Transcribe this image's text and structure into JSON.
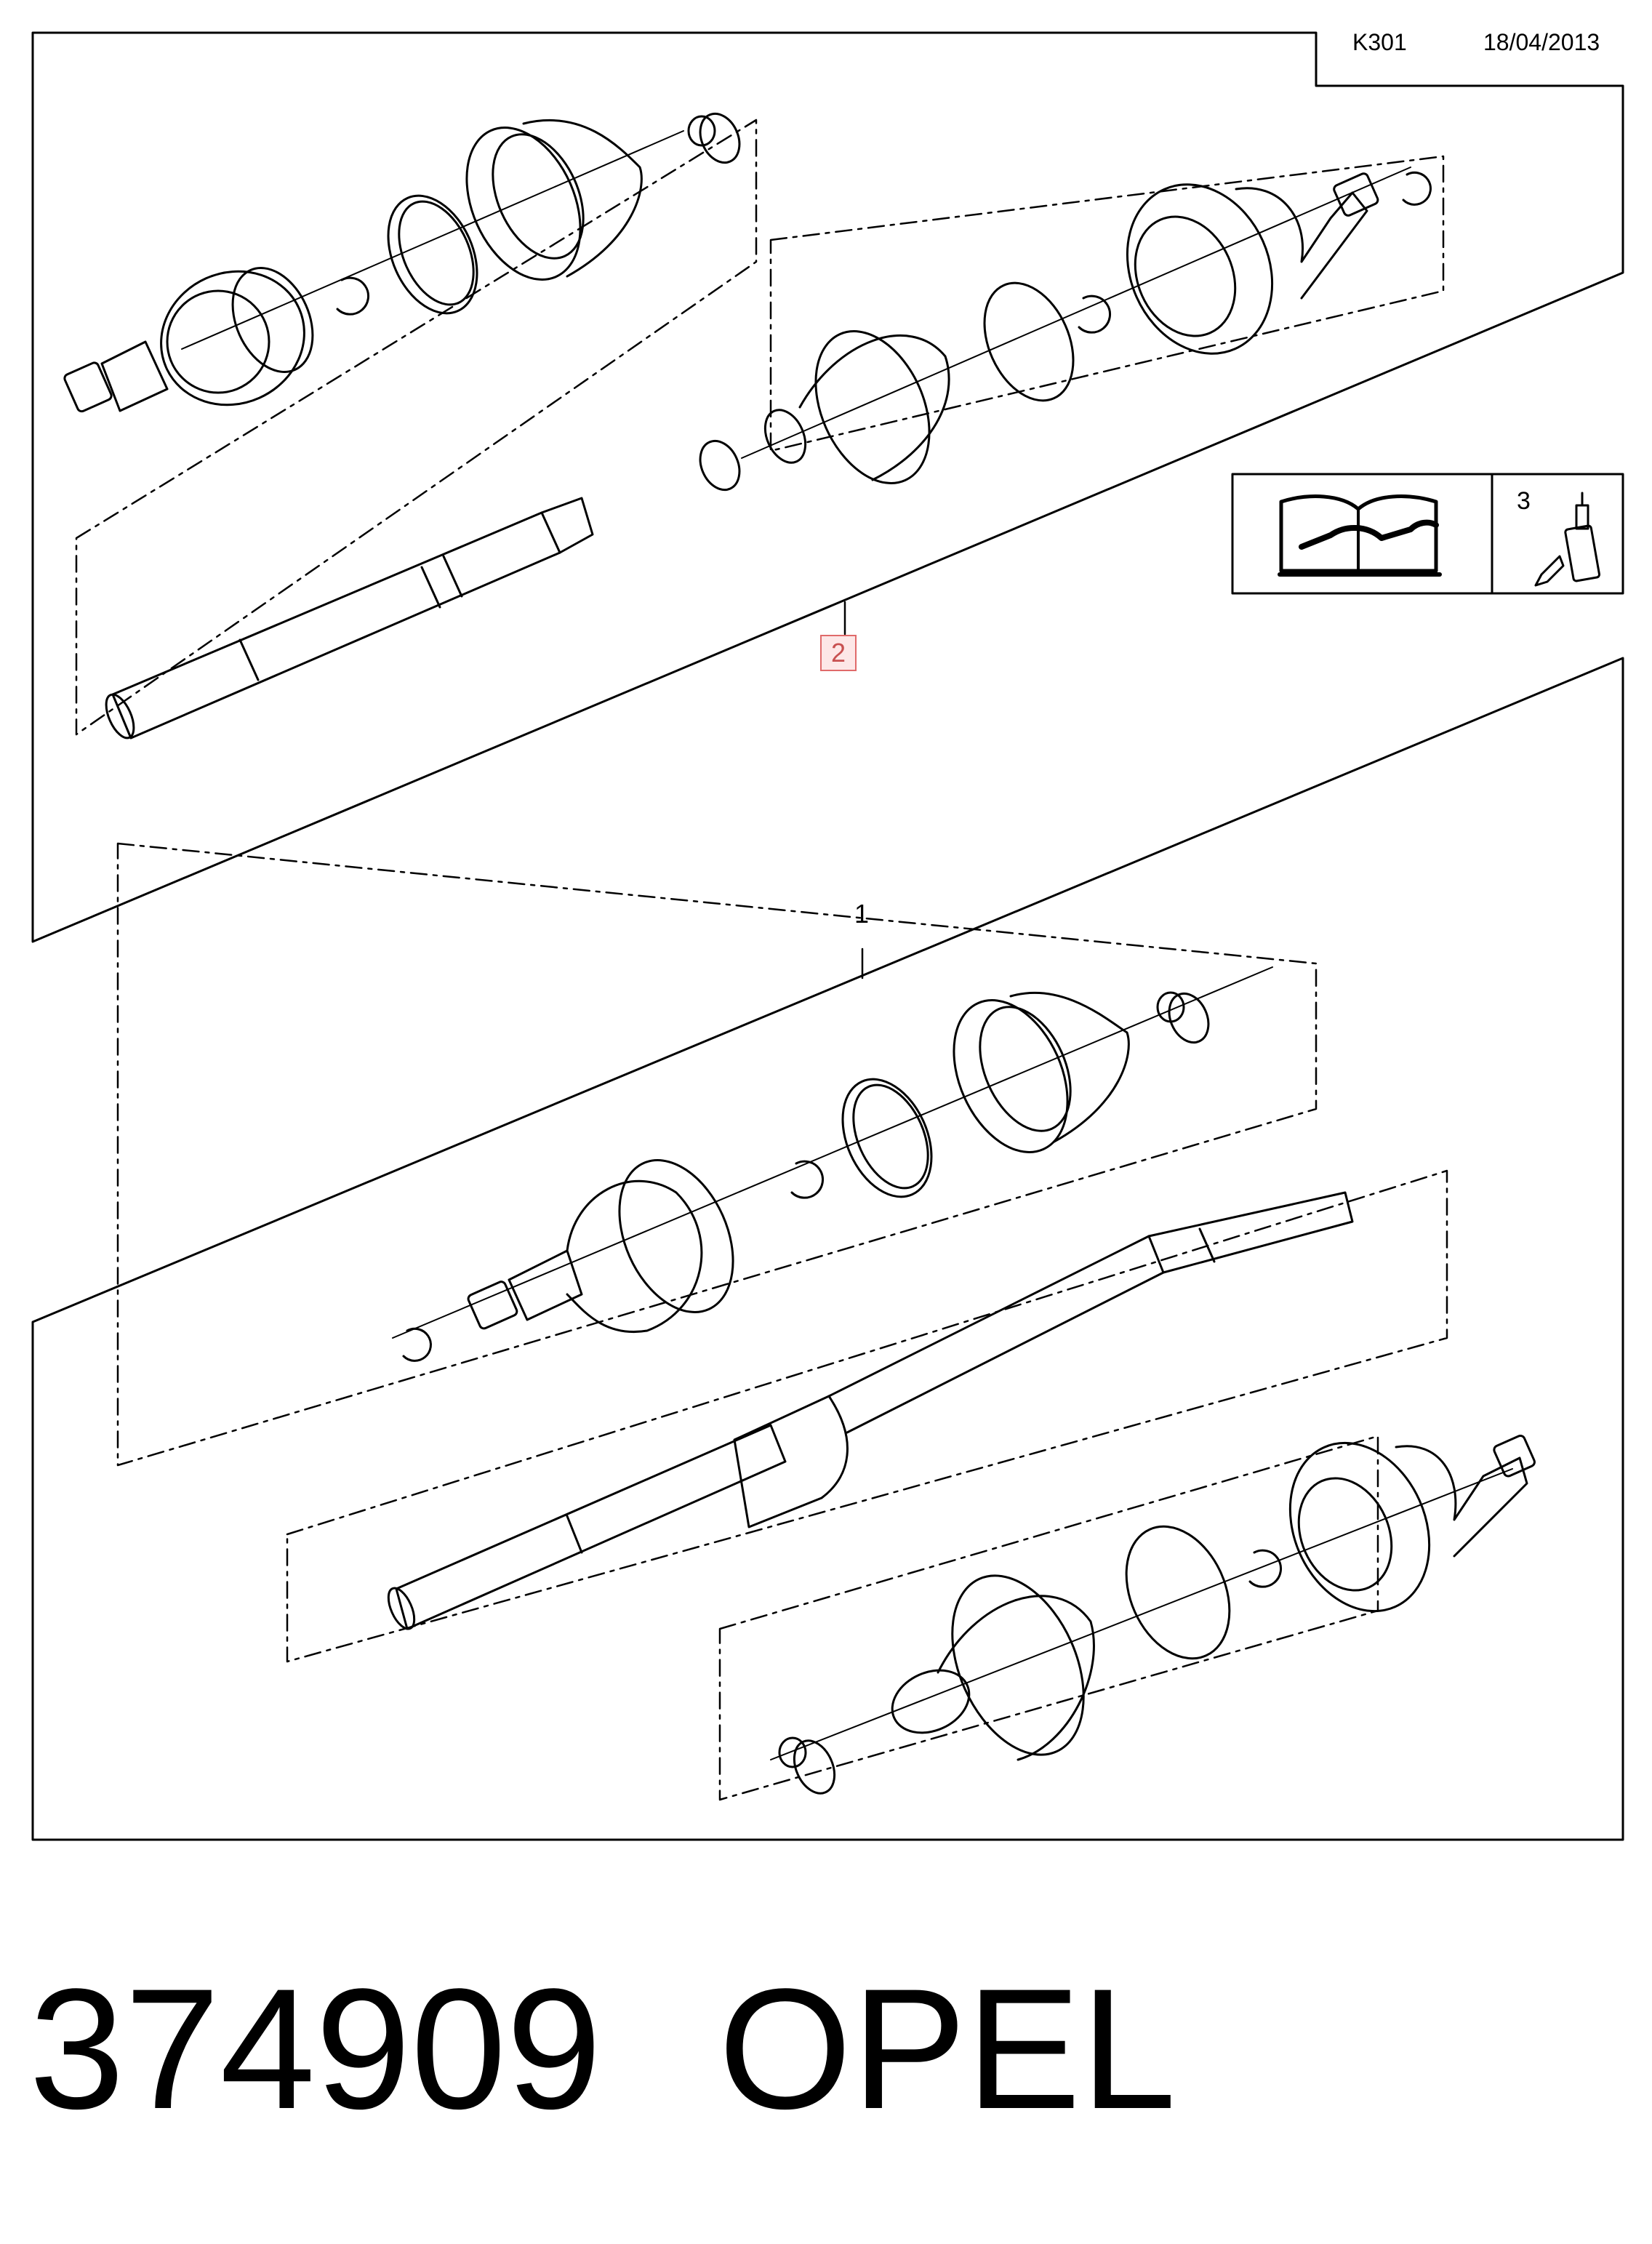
{
  "header": {
    "code": "K301",
    "date": "18/04/2013"
  },
  "callouts": {
    "ref_1": "1",
    "ref_2": "2",
    "ref_3": "3"
  },
  "icons": {
    "manual": "repair-manual-wrench-icon",
    "grease": "grease-tube-icon"
  },
  "footer": {
    "part_number": "374909",
    "brand": "OPEL"
  }
}
